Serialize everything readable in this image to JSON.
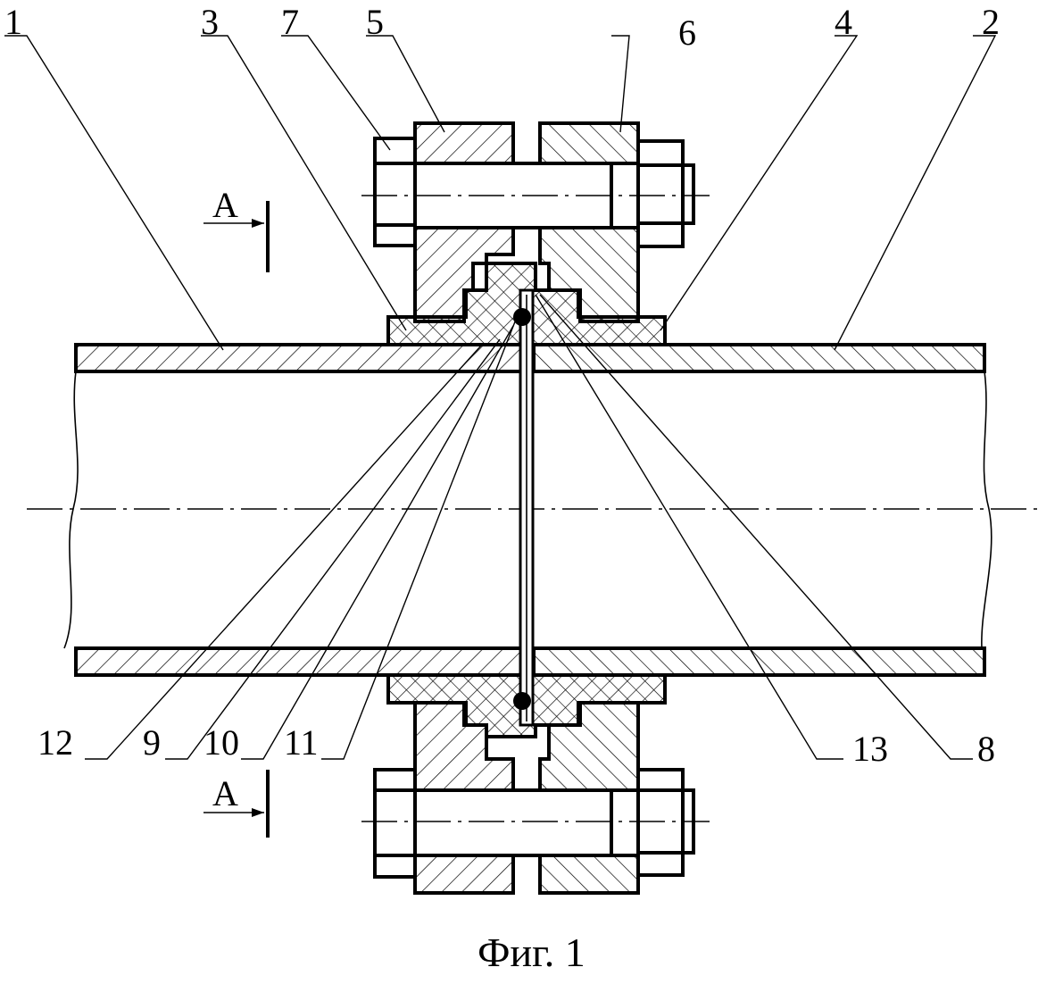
{
  "figure": {
    "caption": "Фиг. 1",
    "section_label_top": "А",
    "section_label_bottom": "А",
    "callouts": {
      "c1": "1",
      "c2": "2",
      "c3": "3",
      "c4": "4",
      "c5": "5",
      "c6": "6",
      "c7": "7",
      "c8": "8",
      "c9": "9",
      "c10": "10",
      "c11": "11",
      "c12": "12",
      "c13": "13"
    }
  }
}
